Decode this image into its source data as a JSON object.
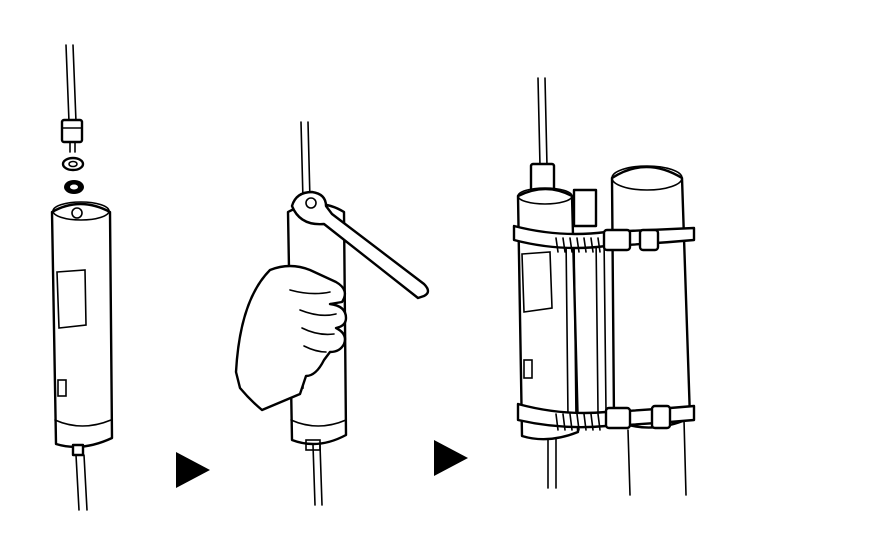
{
  "diagram": {
    "steps": [
      {
        "name": "step-1-attach-mast-section",
        "parts": [
          "upper-mast-rod",
          "threaded-coupler",
          "lock-washer",
          "spring-washer",
          "mast-housing",
          "lower-mast-rod"
        ]
      },
      {
        "name": "step-2-tighten-with-wrench",
        "parts": [
          "mast-rod",
          "mast-housing",
          "wrench",
          "hand"
        ]
      },
      {
        "name": "step-3-clamp-to-pole",
        "parts": [
          "mast-rod",
          "mast-housing",
          "support-pole",
          "upper-hose-clamp",
          "lower-hose-clamp"
        ]
      }
    ],
    "arrows": 2,
    "colors": {
      "ink": "#000000",
      "paper": "#ffffff"
    }
  }
}
